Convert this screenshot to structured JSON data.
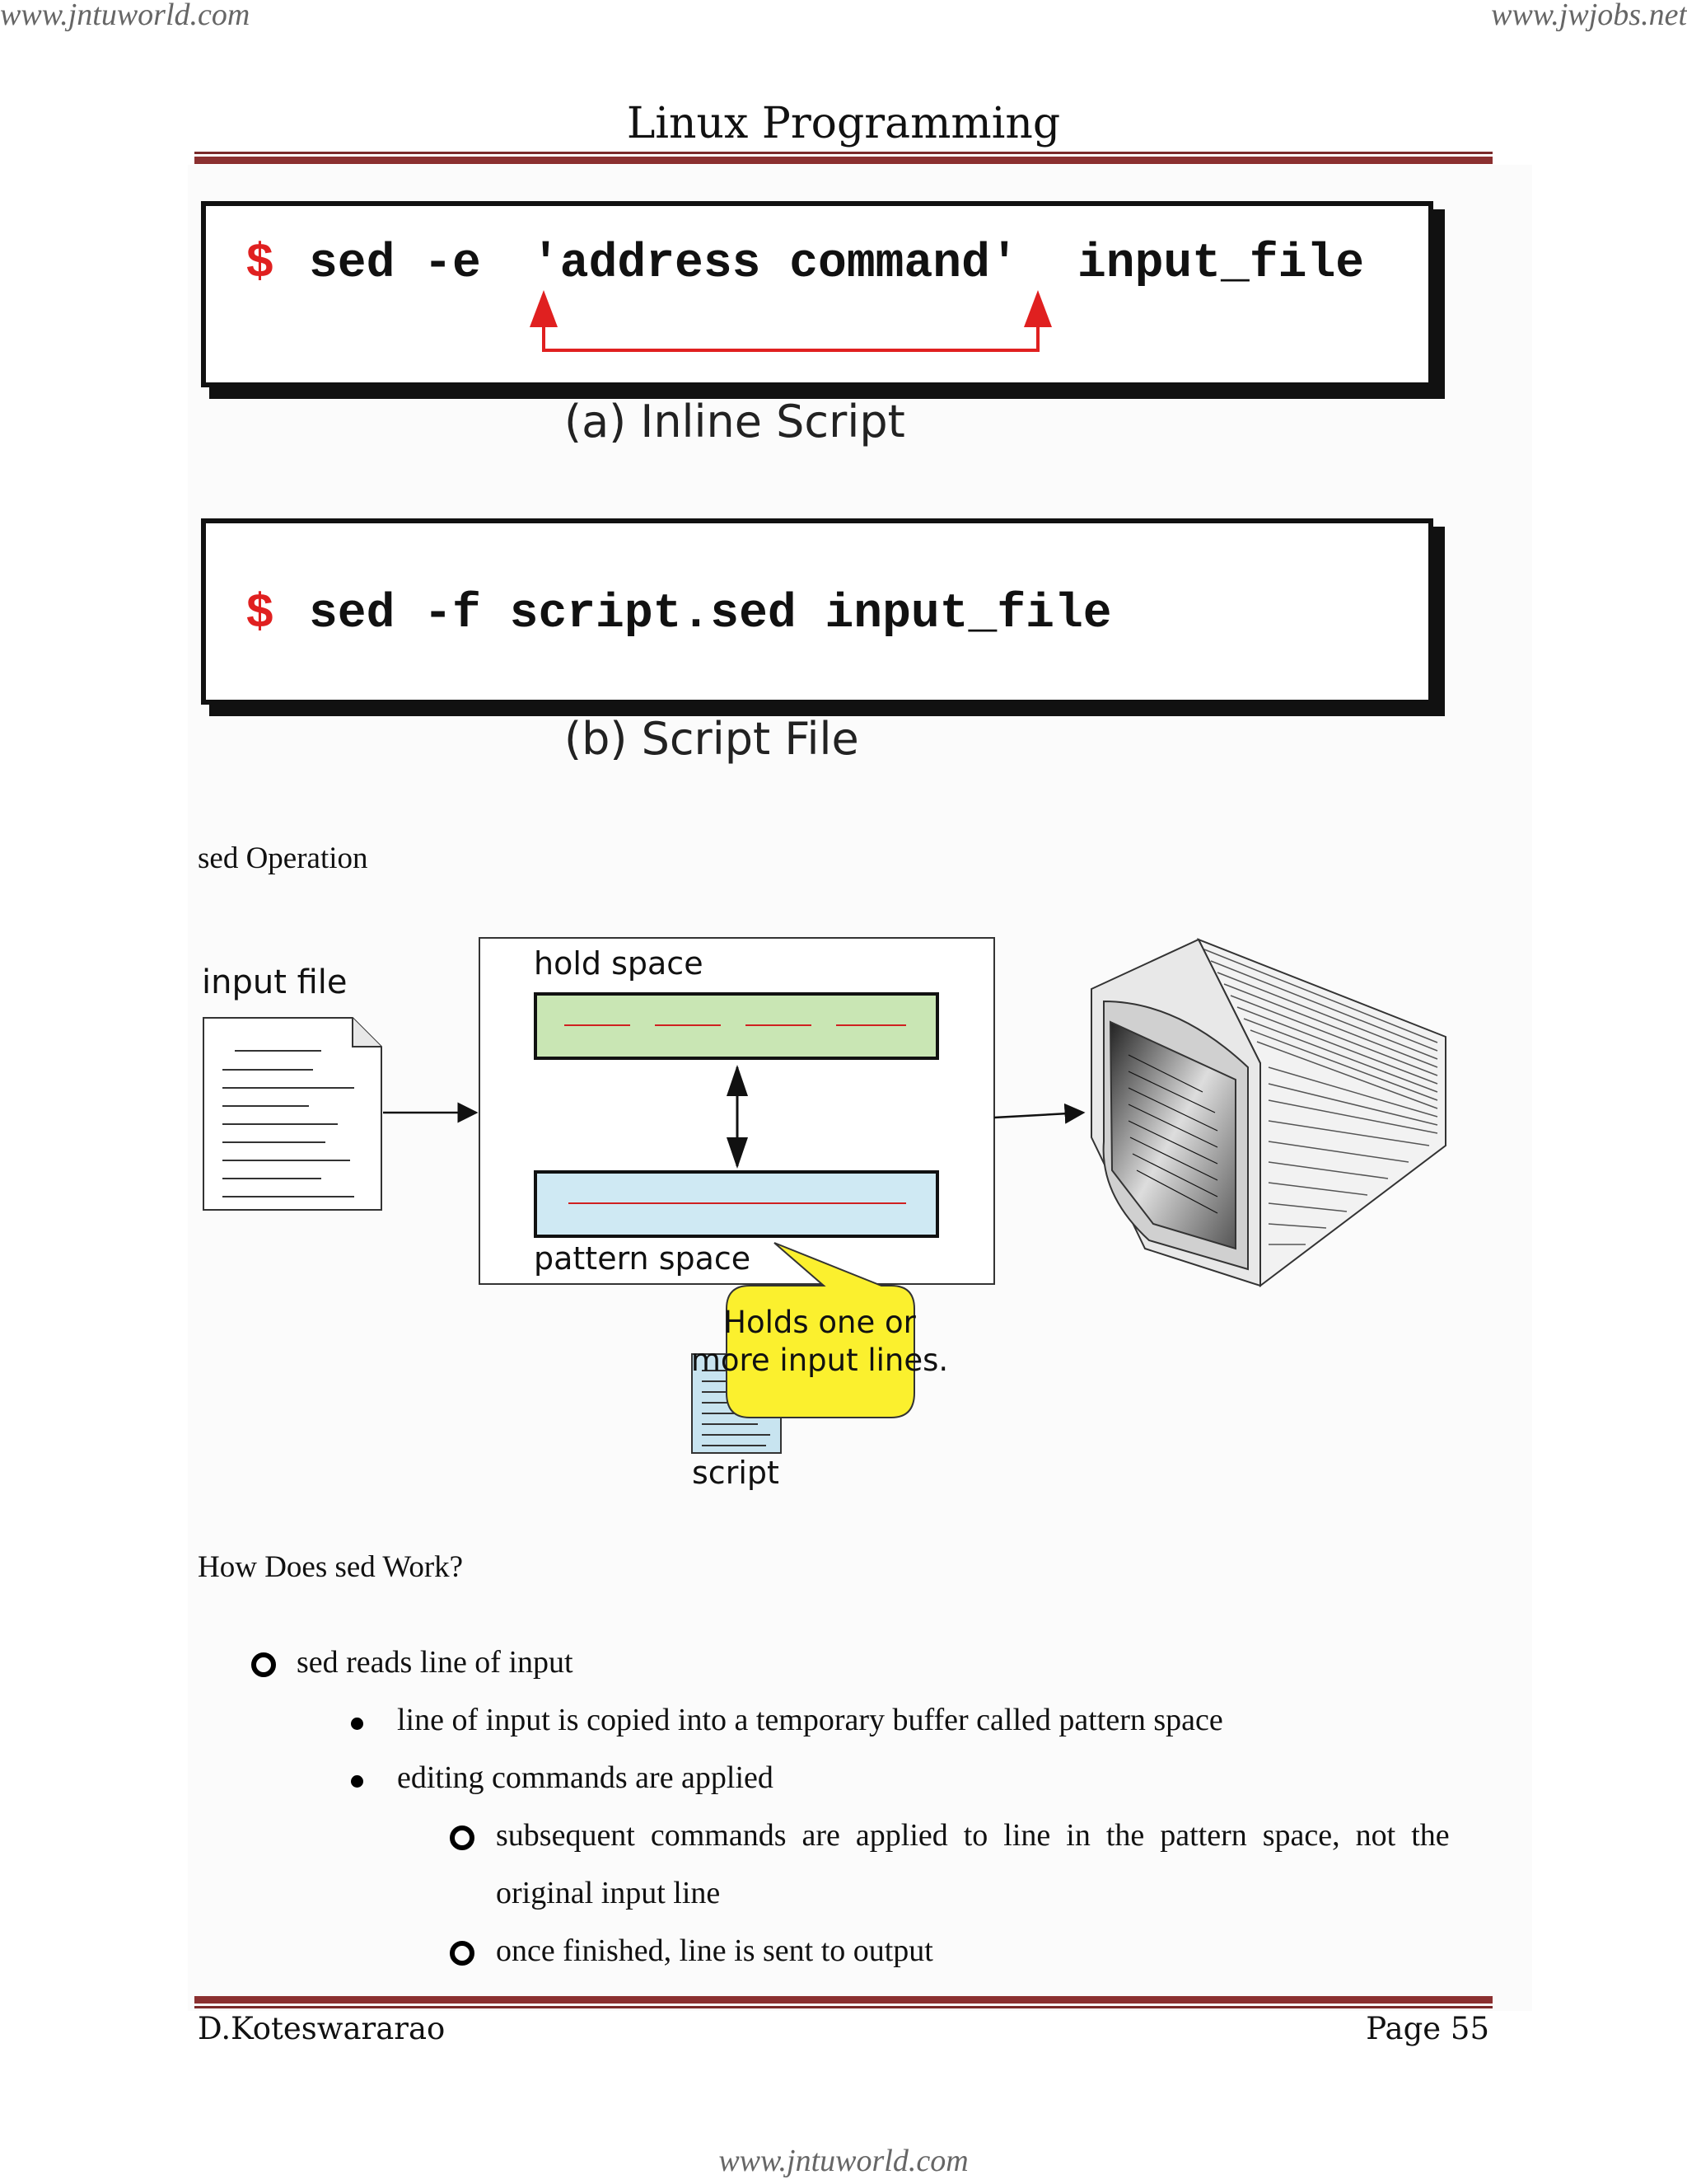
{
  "watermarks": {
    "top_left": "www.jntuworld.com",
    "top_right": "www.jwjobs.net",
    "bottom": "www.jntuworld.com"
  },
  "header": {
    "title": "Linux Programming"
  },
  "figure_a": {
    "prompt": "$",
    "command": "sed -e",
    "script_part": "'address command'",
    "file": "input_file",
    "caption": "(a) Inline Script"
  },
  "figure_b": {
    "prompt": "$",
    "command": "sed -f script.sed input_file",
    "caption": "(b) Script File"
  },
  "section1": {
    "heading": "sed Operation"
  },
  "diagram": {
    "input_file_label": "input file",
    "hold_space_label": "hold space",
    "pattern_space_label": "pattern space",
    "callout": [
      "Holds one or",
      "more input lines."
    ],
    "script_label": "script"
  },
  "section2": {
    "heading": "How Does sed Work?"
  },
  "list": {
    "item1": "sed reads line of input",
    "item1_1": "line of input is copied into a temporary buffer called pattern space",
    "item1_2": "editing commands are applied",
    "item1_2_1_line1": "subsequent  commands  are  applied  to  line  in  the  pattern  space,  not  the",
    "item1_2_1_line2": "original input line",
    "item1_2_2": "once finished, line is sent to output"
  },
  "footer": {
    "author": "D.Koteswararao",
    "page": "Page 55"
  }
}
